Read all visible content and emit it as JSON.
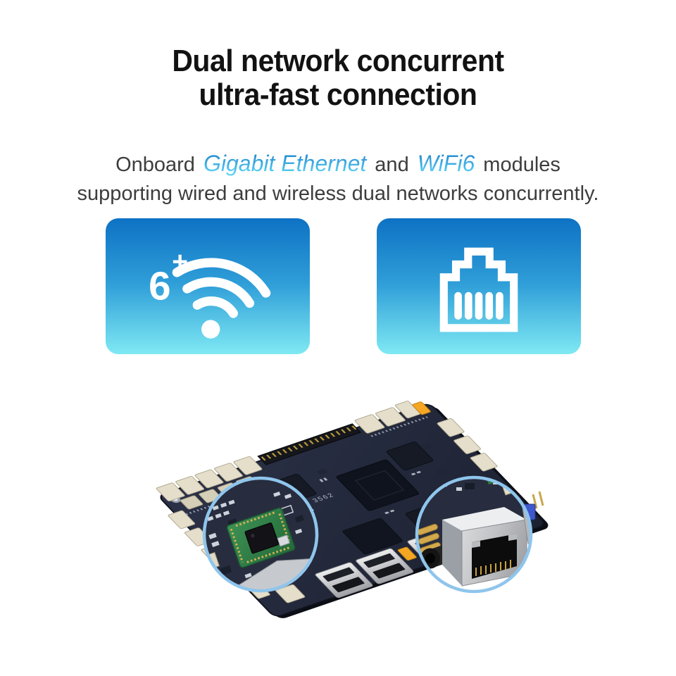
{
  "title": {
    "line1": "Dual network concurrent",
    "line2": "ultra-fast connection"
  },
  "subtitle": {
    "prefix": "Onboard ",
    "ethernet_highlight": "Gigabit Ethernet",
    "middle": " and ",
    "wifi_highlight": "WiFi6",
    "suffix": " modules",
    "line2": "supporting wired and wireless dual networks concurrently."
  },
  "cards": {
    "wifi": {
      "icon": "wifi6-icon",
      "badge_digit": "6",
      "badge_plus": "+"
    },
    "ethernet": {
      "icon": "ethernet-port-icon"
    }
  },
  "board": {
    "silkscreen_text": "3562",
    "callouts": [
      "wifi-module",
      "ethernet-rj45-jack"
    ]
  },
  "colors": {
    "title_text": "#121212",
    "body_text": "#3d3d3d",
    "highlight_blue_top": "#1f86ce",
    "highlight_blue_bottom": "#5fd4f6",
    "card_gradient_top": "#0d72c4",
    "card_gradient_bottom": "#7fe9f3",
    "callout_ring": "#8fc5ec",
    "pcb_dark": "#272d3e",
    "connector_beige": "#e4decb",
    "jumper_orange": "#f5a623",
    "usb3_blue": "#2f74cc",
    "module_green": "#2e7b45"
  }
}
